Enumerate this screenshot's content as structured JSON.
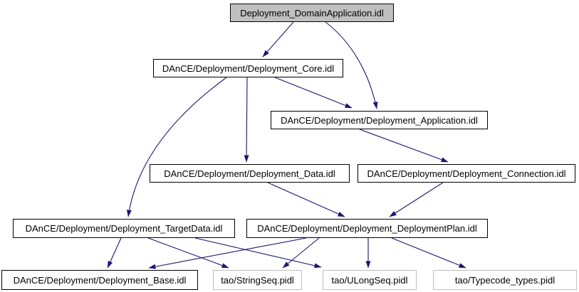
{
  "graph": {
    "type": "include-dependency-graph",
    "colors": {
      "edge": "#191970",
      "root_fill": "#c0c0c0",
      "external_border": "#bfbfbf",
      "node_fill": "#ffffff",
      "node_border": "#000000"
    },
    "nodes": [
      {
        "label": "Deployment_DomainApplication.idl",
        "role": "root"
      },
      {
        "label": "DAnCE/Deployment/Deployment_Core.idl",
        "role": "internal"
      },
      {
        "label": "DAnCE/Deployment/Deployment_Application.idl",
        "role": "internal"
      },
      {
        "label": "DAnCE/Deployment/Deployment_Data.idl",
        "role": "internal"
      },
      {
        "label": "DAnCE/Deployment/Deployment_Connection.idl",
        "role": "internal"
      },
      {
        "label": "DAnCE/Deployment/Deployment_TargetData.idl",
        "role": "internal"
      },
      {
        "label": "DAnCE/Deployment/Deployment_DeploymentPlan.idl",
        "role": "internal"
      },
      {
        "label": "DAnCE/Deployment/Deployment_Base.idl",
        "role": "internal"
      },
      {
        "label": "tao/StringSeq.pidl",
        "role": "external"
      },
      {
        "label": "tao/ULongSeq.pidl",
        "role": "external"
      },
      {
        "label": "tao/Typecode_types.pidl",
        "role": "external"
      }
    ],
    "edges": [
      {
        "from": "Deployment_DomainApplication.idl",
        "to": "DAnCE/Deployment/Deployment_Core.idl"
      },
      {
        "from": "Deployment_DomainApplication.idl",
        "to": "DAnCE/Deployment/Deployment_Application.idl"
      },
      {
        "from": "DAnCE/Deployment/Deployment_Core.idl",
        "to": "DAnCE/Deployment/Deployment_Application.idl"
      },
      {
        "from": "DAnCE/Deployment/Deployment_Core.idl",
        "to": "DAnCE/Deployment/Deployment_Data.idl"
      },
      {
        "from": "DAnCE/Deployment/Deployment_Core.idl",
        "to": "DAnCE/Deployment/Deployment_TargetData.idl"
      },
      {
        "from": "DAnCE/Deployment/Deployment_Application.idl",
        "to": "DAnCE/Deployment/Deployment_Connection.idl"
      },
      {
        "from": "DAnCE/Deployment/Deployment_Data.idl",
        "to": "DAnCE/Deployment/Deployment_DeploymentPlan.idl"
      },
      {
        "from": "DAnCE/Deployment/Deployment_Connection.idl",
        "to": "DAnCE/Deployment/Deployment_DeploymentPlan.idl"
      },
      {
        "from": "DAnCE/Deployment/Deployment_TargetData.idl",
        "to": "DAnCE/Deployment/Deployment_Base.idl"
      },
      {
        "from": "DAnCE/Deployment/Deployment_TargetData.idl",
        "to": "tao/StringSeq.pidl"
      },
      {
        "from": "DAnCE/Deployment/Deployment_TargetData.idl",
        "to": "tao/ULongSeq.pidl"
      },
      {
        "from": "DAnCE/Deployment/Deployment_DeploymentPlan.idl",
        "to": "DAnCE/Deployment/Deployment_Base.idl"
      },
      {
        "from": "DAnCE/Deployment/Deployment_DeploymentPlan.idl",
        "to": "tao/StringSeq.pidl"
      },
      {
        "from": "DAnCE/Deployment/Deployment_DeploymentPlan.idl",
        "to": "tao/ULongSeq.pidl"
      },
      {
        "from": "DAnCE/Deployment/Deployment_DeploymentPlan.idl",
        "to": "tao/Typecode_types.pidl"
      }
    ]
  }
}
